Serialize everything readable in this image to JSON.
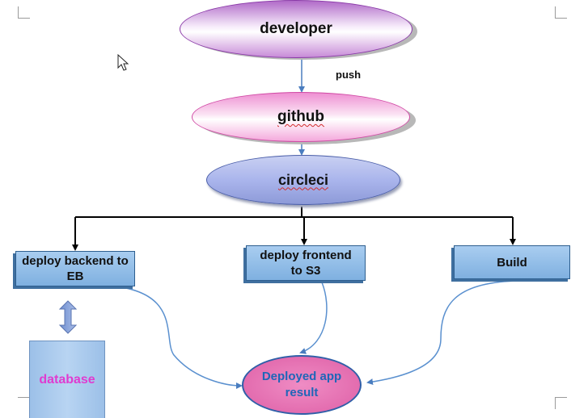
{
  "nodes": {
    "developer": "developer",
    "github": "github",
    "circleci": "circleci",
    "deploy_backend": "deploy backend to EB",
    "deploy_frontend": "deploy frontend to S3",
    "build": "Build",
    "database": "database",
    "deployed": "Deployed app result"
  },
  "edge_labels": {
    "push": "push"
  },
  "colors": {
    "developer_fill": "#c98fd6",
    "github_fill": "#f3a6dc",
    "circleci_fill": "#a7b3ea",
    "box_fill": "#7fb4e4",
    "database_fill": "#a7c9ec",
    "database_text": "#e03bd0",
    "deployed_fill": "#e46fb0",
    "deployed_text": "#1f66b8",
    "connector_blue": "#4a7dbf",
    "connector_black": "#000000"
  }
}
